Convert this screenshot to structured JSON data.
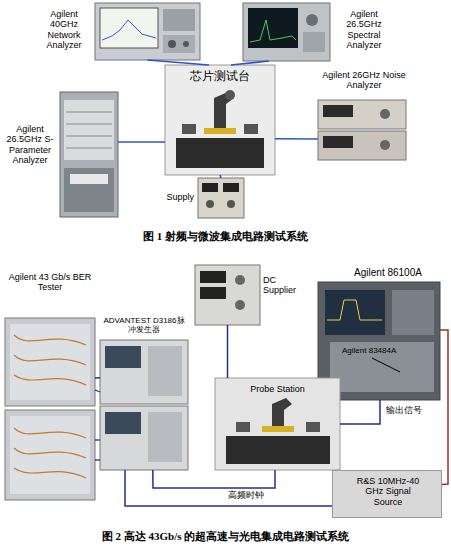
{
  "diagram": {
    "nodes": [
      {
        "text": [
          "Agilent 40GHz Network Analyzer"
        ]
      },
      {
        "text": [
          "Agilent 26.5GHz Spectral Analyzer"
        ]
      },
      {
        "text": [
          "Agilent 26.5GHz S-Parameter Analyzer"
        ]
      },
      {
        "text": [
          "芯片测试台"
        ]
      },
      {
        "text": [
          "Agilent 26GHz Noise Analyzer"
        ]
      },
      {
        "text": [
          "Supply"
        ]
      },
      {
        "text": [
          "Agilent 43 Gb/s BER Tester"
        ]
      },
      {
        "text": [
          "DC Supplier"
        ]
      },
      {
        "text": [
          "Agilent 86100A"
        ]
      },
      {
        "text": [
          "ADVANTEST D3186脉冲发生器"
        ]
      },
      {
        "text": [
          "Probe Station"
        ]
      },
      {
        "text": [
          "R&S 10MHz-40 GHz Signal Source"
        ]
      }
    ],
    "edges": [
      {
        "from": 0,
        "to": 3,
        "arrow": "none"
      },
      {
        "from": 1,
        "to": 3,
        "arrow": "none"
      },
      {
        "from": 2,
        "to": 3,
        "arrow": "none"
      },
      {
        "from": 4,
        "to": 3,
        "arrow": "none"
      },
      {
        "from": 5,
        "to": 3,
        "arrow": "none"
      },
      {
        "from": 6,
        "to": 9,
        "arrow": "none"
      },
      {
        "from": 7,
        "to": 10,
        "arrow": "none"
      },
      {
        "from": 9,
        "to": 10,
        "label": "高频时钟",
        "arrow": "none"
      },
      {
        "from": 10,
        "to": 8,
        "label": "输出信号",
        "arrow": "none"
      },
      {
        "from": 11,
        "to": 9,
        "arrow": "none"
      },
      {
        "from": 11,
        "to": 8,
        "arrow": "none"
      }
    ],
    "labels": [
      "Agilent 83484A",
      "图 1 射频与微波集成电路测试系统",
      "图 2 高达 43Gb/s 的超高速与光电集成电路测试系统"
    ]
  }
}
